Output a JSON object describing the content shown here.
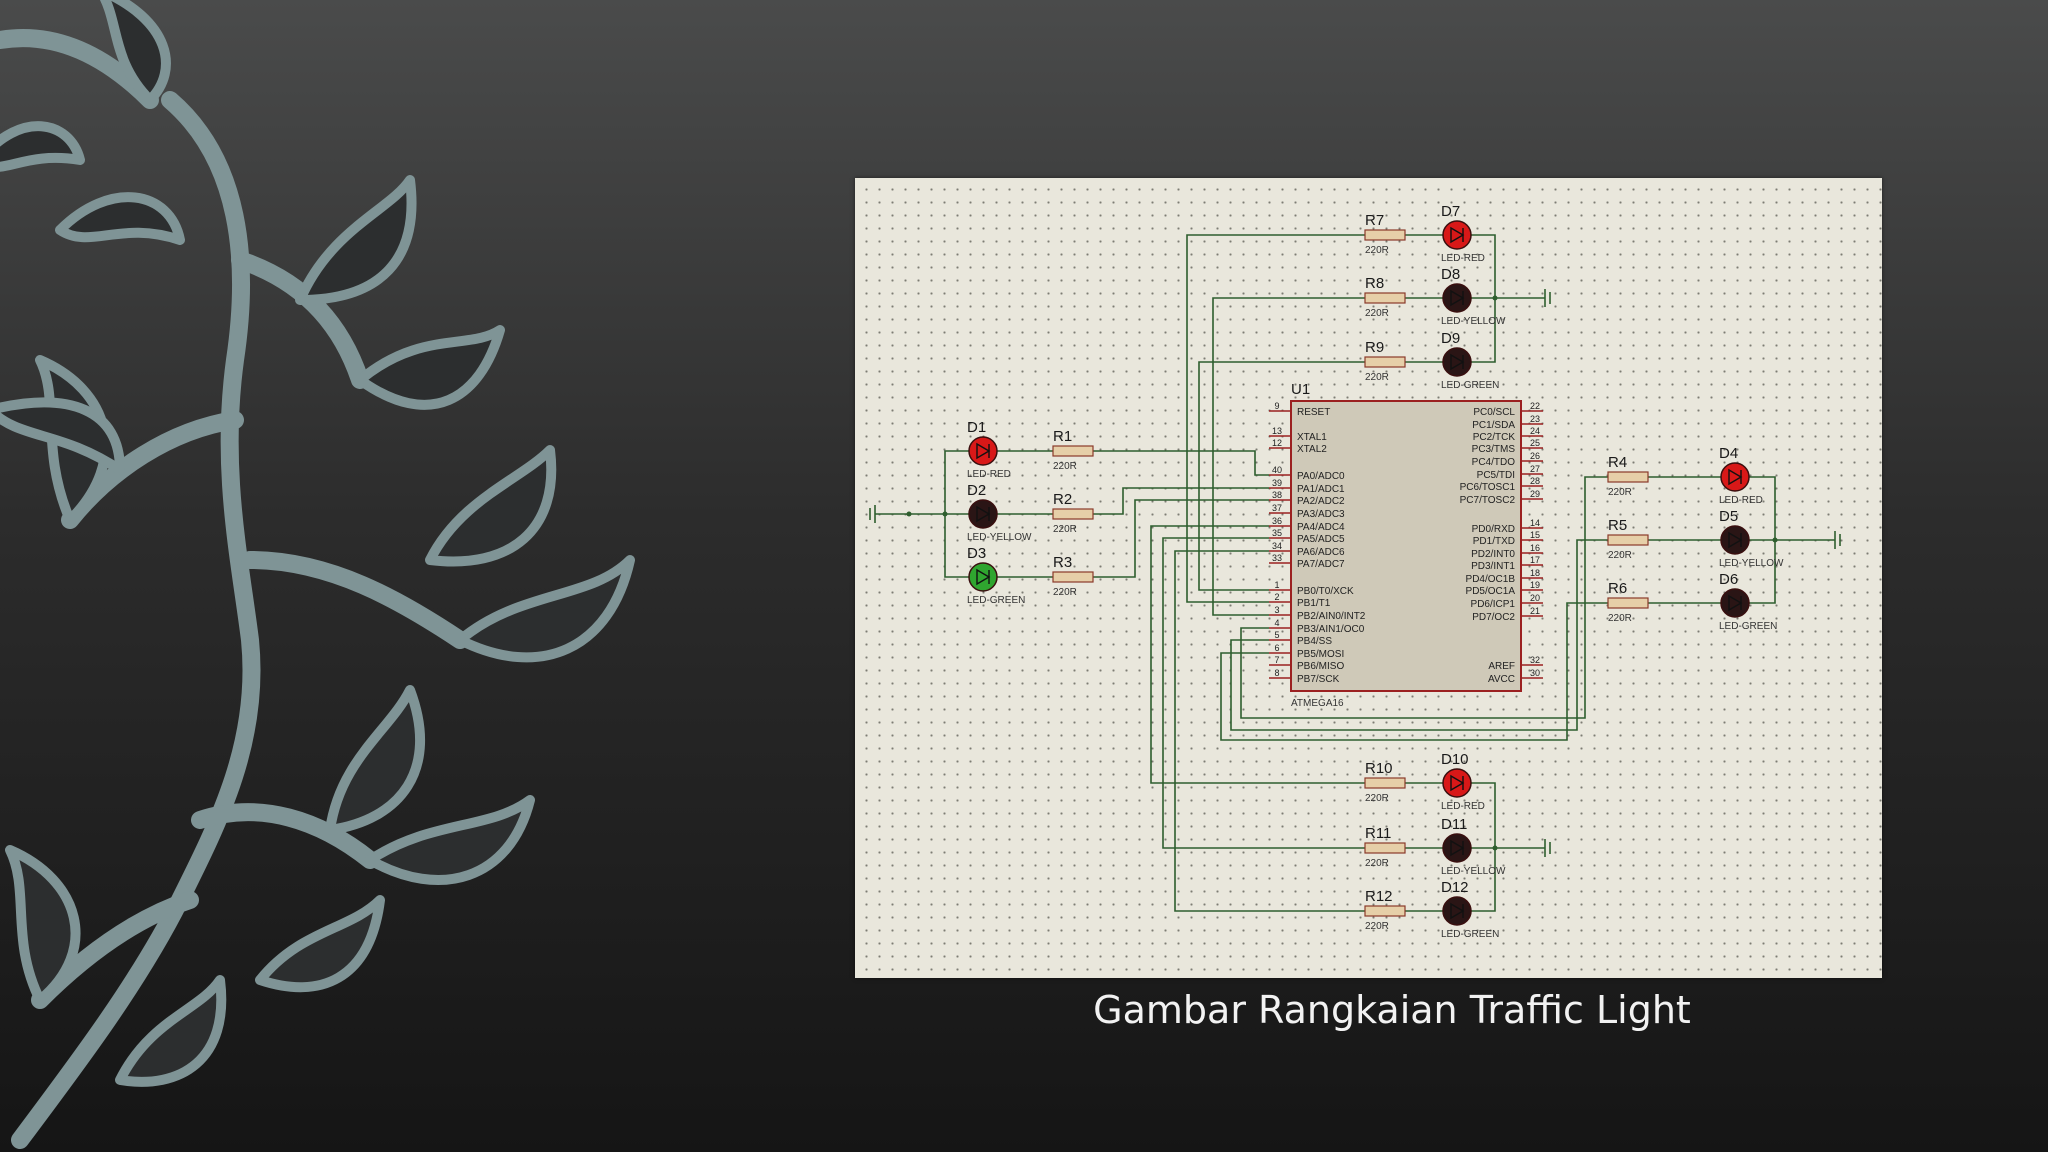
{
  "caption": "Gambar Rangkaian Traffic Light",
  "colors": {
    "led_red_on": "#d81818",
    "led_green_on": "#2fa52f",
    "led_off": "#2a1515",
    "wire": "#2e5e2e",
    "ic_fill": "#cfc9b8",
    "ic_border": "#9b2020"
  },
  "microcontroller": {
    "ref": "U1",
    "part": "ATMEGA16",
    "left_pins": [
      {
        "num": "9",
        "name": "RESET"
      },
      {
        "num": "13",
        "name": "XTAL1"
      },
      {
        "num": "12",
        "name": "XTAL2"
      },
      {
        "num": "40",
        "name": "PA0/ADC0"
      },
      {
        "num": "39",
        "name": "PA1/ADC1"
      },
      {
        "num": "38",
        "name": "PA2/ADC2"
      },
      {
        "num": "37",
        "name": "PA3/ADC3"
      },
      {
        "num": "36",
        "name": "PA4/ADC4"
      },
      {
        "num": "35",
        "name": "PA5/ADC5"
      },
      {
        "num": "34",
        "name": "PA6/ADC6"
      },
      {
        "num": "33",
        "name": "PA7/ADC7"
      },
      {
        "num": "1",
        "name": "PB0/T0/XCK"
      },
      {
        "num": "2",
        "name": "PB1/T1"
      },
      {
        "num": "3",
        "name": "PB2/AIN0/INT2"
      },
      {
        "num": "4",
        "name": "PB3/AIN1/OC0"
      },
      {
        "num": "5",
        "name": "PB4/SS"
      },
      {
        "num": "6",
        "name": "PB5/MOSI"
      },
      {
        "num": "7",
        "name": "PB6/MISO"
      },
      {
        "num": "8",
        "name": "PB7/SCK"
      }
    ],
    "right_pins": [
      {
        "num": "22",
        "name": "PC0/SCL"
      },
      {
        "num": "23",
        "name": "PC1/SDA"
      },
      {
        "num": "24",
        "name": "PC2/TCK"
      },
      {
        "num": "25",
        "name": "PC3/TMS"
      },
      {
        "num": "26",
        "name": "PC4/TDO"
      },
      {
        "num": "27",
        "name": "PC5/TDI"
      },
      {
        "num": "28",
        "name": "PC6/TOSC1"
      },
      {
        "num": "29",
        "name": "PC7/TOSC2"
      },
      {
        "num": "14",
        "name": "PD0/RXD"
      },
      {
        "num": "15",
        "name": "PD1/TXD"
      },
      {
        "num": "16",
        "name": "PD2/INT0"
      },
      {
        "num": "17",
        "name": "PD3/INT1"
      },
      {
        "num": "18",
        "name": "PD4/OC1B"
      },
      {
        "num": "19",
        "name": "PD5/OC1A"
      },
      {
        "num": "20",
        "name": "PD6/ICP1"
      },
      {
        "num": "21",
        "name": "PD7/OC2"
      },
      {
        "num": "32",
        "name": "AREF"
      },
      {
        "num": "30",
        "name": "AVCC"
      }
    ]
  },
  "resistors": [
    {
      "ref": "R1",
      "value": "220R"
    },
    {
      "ref": "R2",
      "value": "220R"
    },
    {
      "ref": "R3",
      "value": "220R"
    },
    {
      "ref": "R4",
      "value": "220R"
    },
    {
      "ref": "R5",
      "value": "220R"
    },
    {
      "ref": "R6",
      "value": "220R"
    },
    {
      "ref": "R7",
      "value": "220R"
    },
    {
      "ref": "R8",
      "value": "220R"
    },
    {
      "ref": "R9",
      "value": "220R"
    },
    {
      "ref": "R10",
      "value": "220R"
    },
    {
      "ref": "R11",
      "value": "220R"
    },
    {
      "ref": "R12",
      "value": "220R"
    }
  ],
  "leds": [
    {
      "ref": "D1",
      "type": "LED-RED",
      "lit": true
    },
    {
      "ref": "D2",
      "type": "LED-YELLOW",
      "lit": false
    },
    {
      "ref": "D3",
      "type": "LED-GREEN",
      "lit": true
    },
    {
      "ref": "D4",
      "type": "LED-RED",
      "lit": true
    },
    {
      "ref": "D5",
      "type": "LED-YELLOW",
      "lit": false
    },
    {
      "ref": "D6",
      "type": "LED-GREEN",
      "lit": false
    },
    {
      "ref": "D7",
      "type": "LED-RED",
      "lit": true
    },
    {
      "ref": "D8",
      "type": "LED-YELLOW",
      "lit": false
    },
    {
      "ref": "D9",
      "type": "LED-GREEN",
      "lit": false
    },
    {
      "ref": "D10",
      "type": "LED-RED",
      "lit": true
    },
    {
      "ref": "D11",
      "type": "LED-YELLOW",
      "lit": false
    },
    {
      "ref": "D12",
      "type": "LED-GREEN",
      "lit": false
    }
  ]
}
